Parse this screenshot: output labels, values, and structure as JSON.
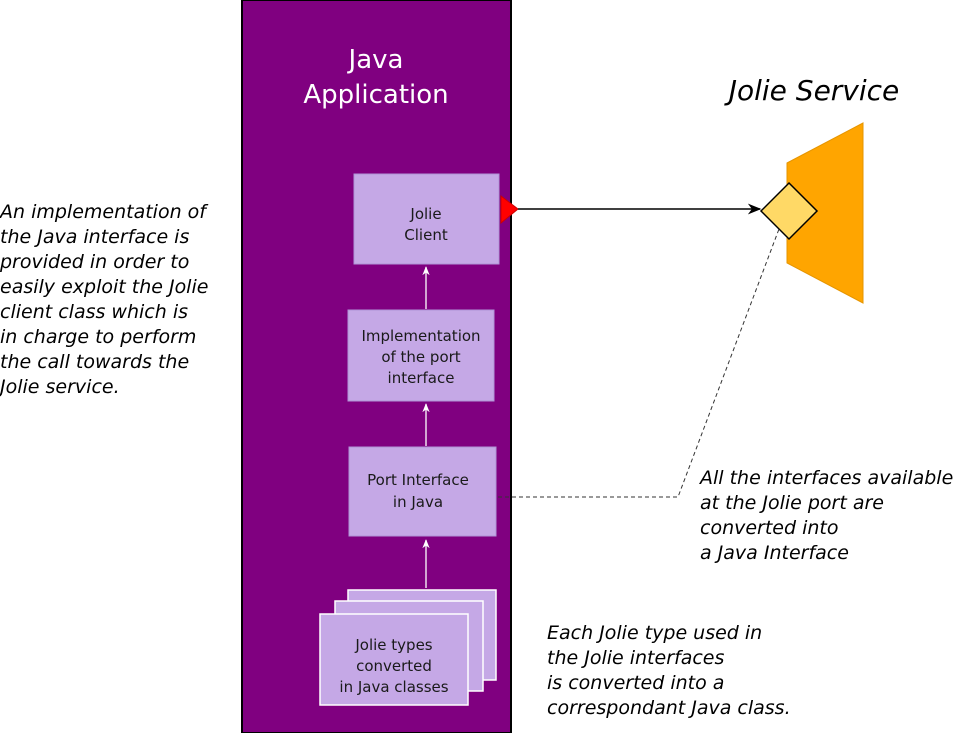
{
  "app": {
    "title_line1": "Java",
    "title_line2": "Application"
  },
  "service": {
    "title": "Jolie Service"
  },
  "boxes": {
    "jolie_client": [
      "Jolie",
      "Client"
    ],
    "implementation": [
      "Implementation",
      "of the port",
      "interface"
    ],
    "port_interface": [
      "Port Interface",
      "in Java"
    ],
    "jolie_types": [
      "Jolie types",
      "converted",
      "in Java classes"
    ]
  },
  "notes": {
    "left": "An implementation of\nthe Java interface is\nprovided in order to\neasily exploit the Jolie\nclient class which is\nin charge to perform\nthe call towards the\nJolie service.",
    "right": "All the interfaces available\nat the Jolie port are\nconverted into\na Java Interface",
    "bottom": "Each Jolie type used in\nthe Jolie interfaces\nis converted into a\ncorrespondant Java class."
  },
  "colors": {
    "app_background": "#800080",
    "box_fill": "#c5a8e6",
    "service_fill": "#ffa500",
    "port_fill": "#ffd966",
    "output_port": "#ff0000"
  }
}
